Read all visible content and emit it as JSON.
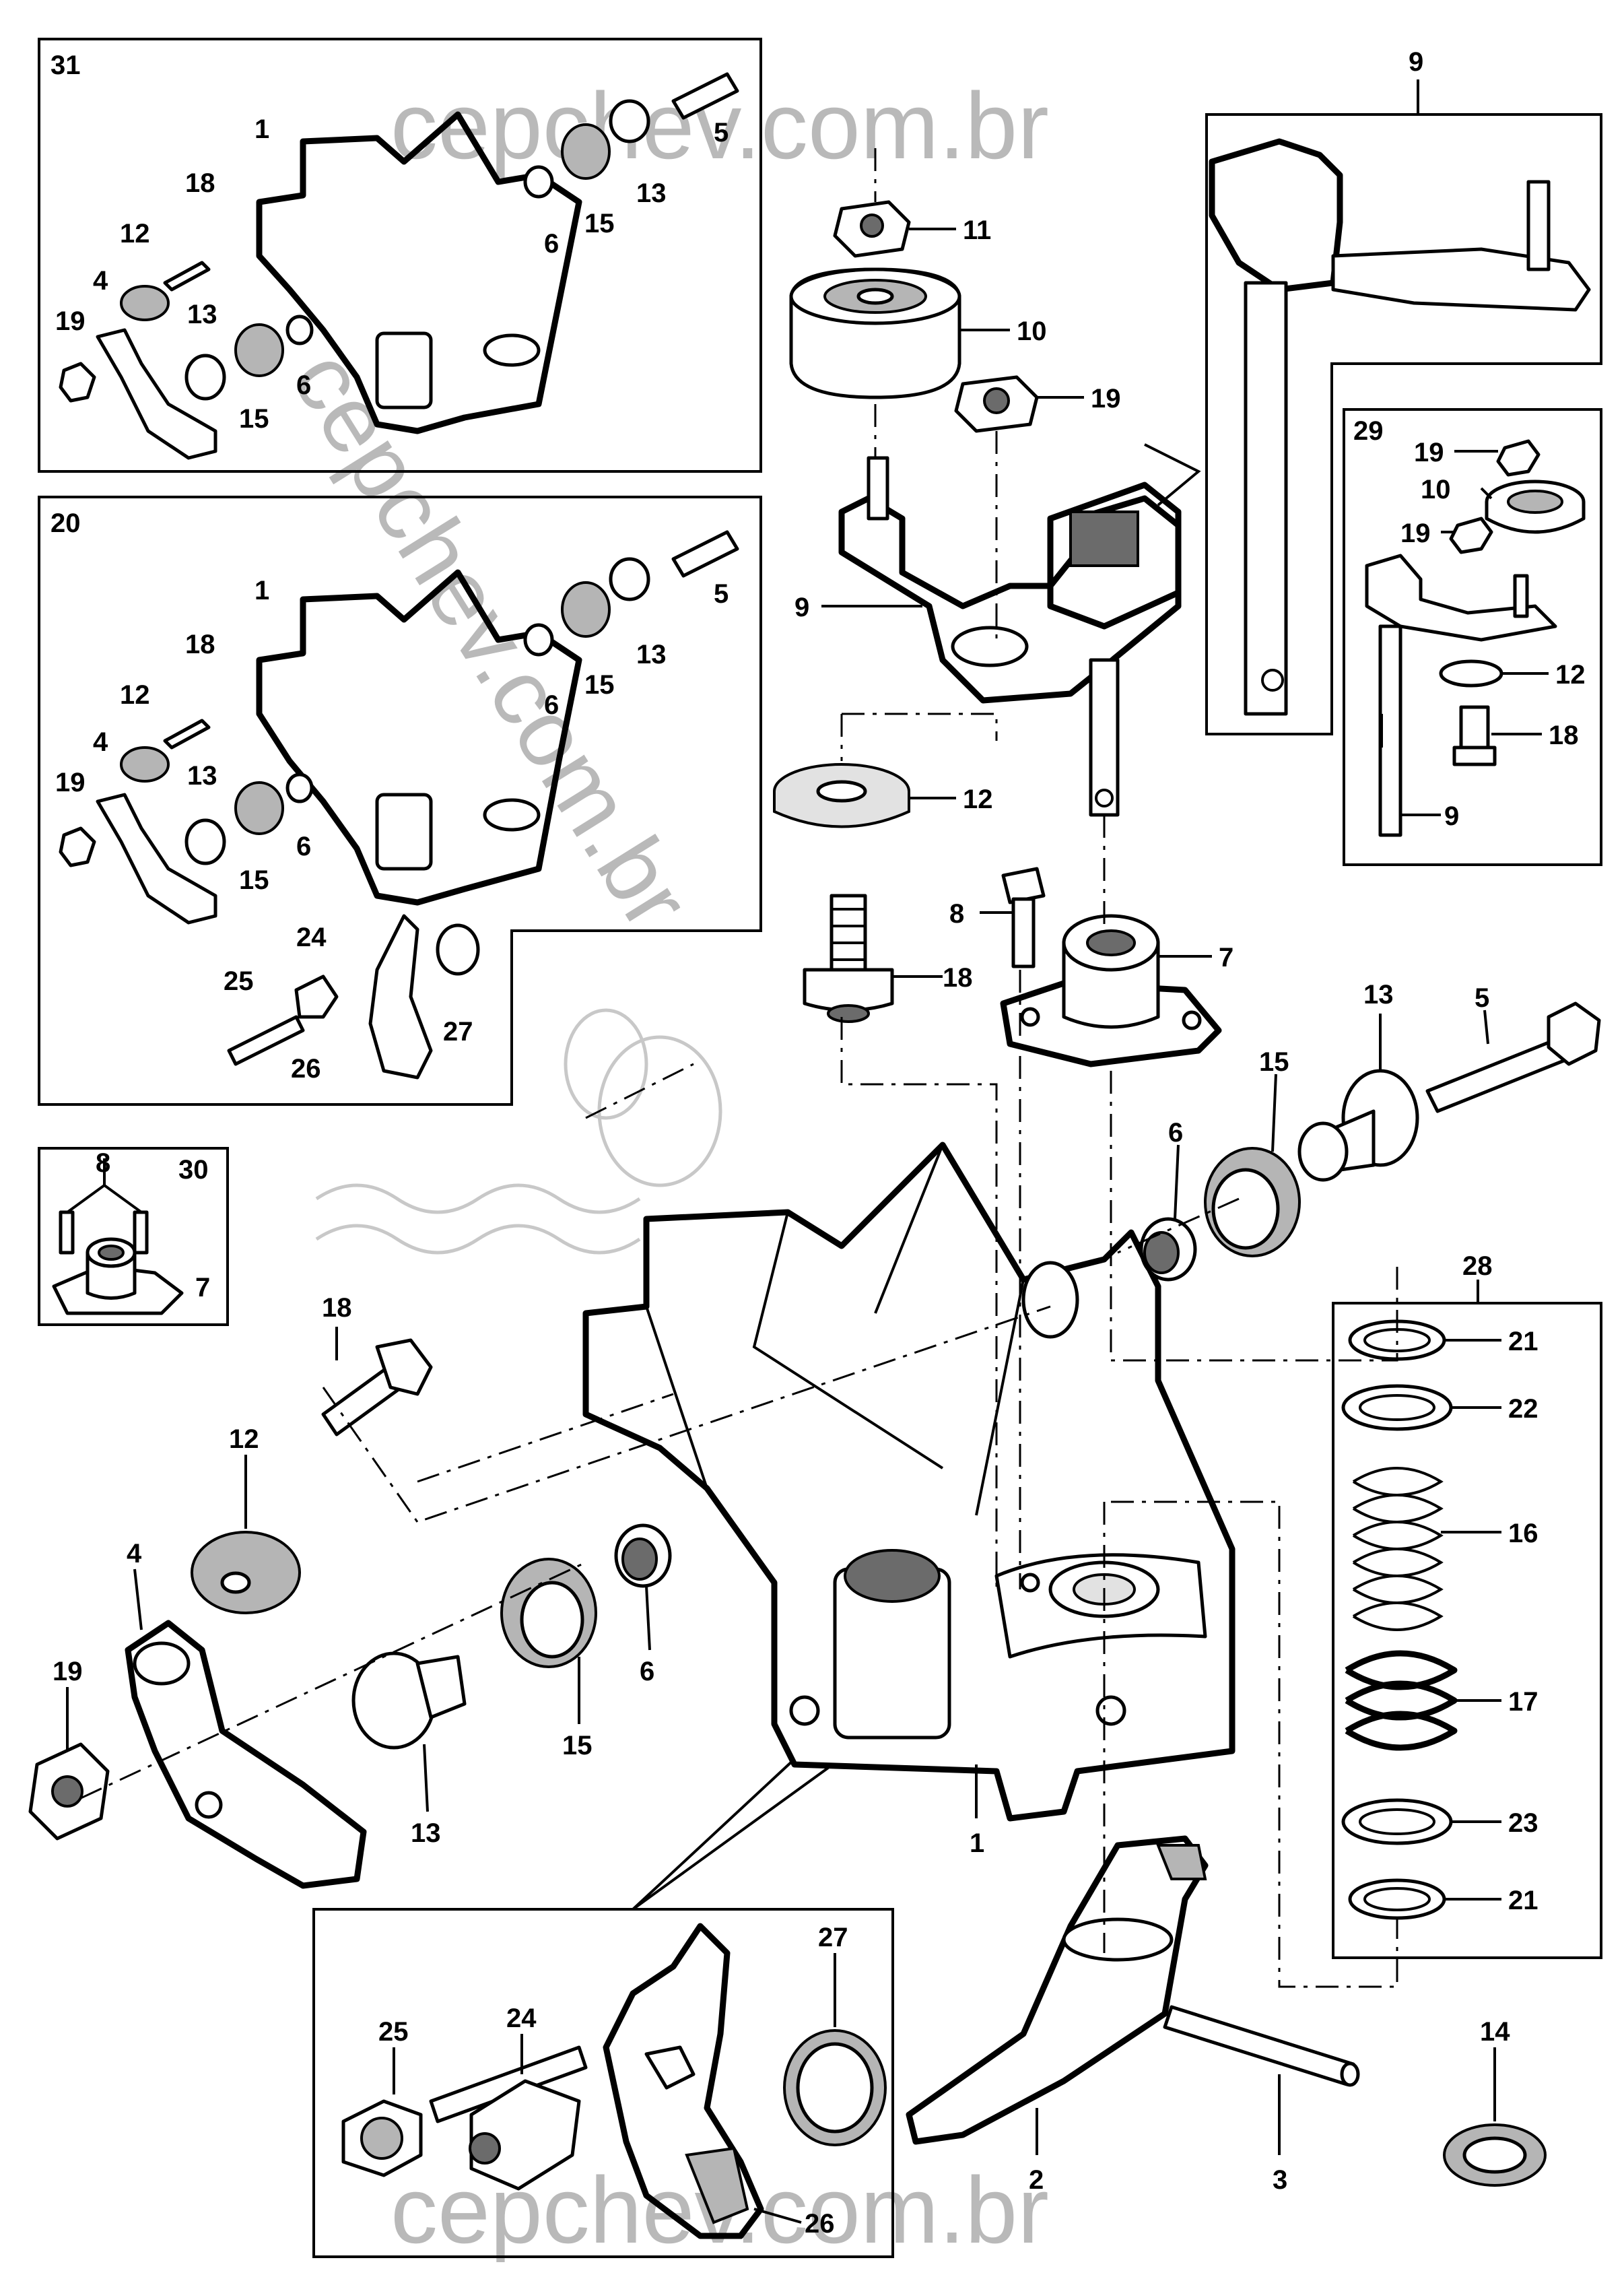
{
  "watermark": {
    "text_top": "cepchev.com.br",
    "text_bottom": "cepchev.com.br",
    "text_diagonal": "cepchev.com.br"
  },
  "insets": {
    "box_31": "31",
    "box_20": "20",
    "box_30": "30",
    "box_29": "29",
    "box_28": "28",
    "box_9": "9"
  },
  "callouts": {
    "p1": "1",
    "p2": "2",
    "p3": "3",
    "p4": "4",
    "p5": "5",
    "p6": "6",
    "p7": "7",
    "p8": "8",
    "p9": "9",
    "p10": "10",
    "p11": "11",
    "p12": "12",
    "p13": "13",
    "p14": "14",
    "p15": "15",
    "p16": "16",
    "p17": "17",
    "p18": "18",
    "p19": "19",
    "p21": "21",
    "p22": "22",
    "p23": "23",
    "p24": "24",
    "p25": "25",
    "p26": "26",
    "p27": "27"
  },
  "colors": {
    "line": "#000000",
    "watermark": "#b9b9b9",
    "shade_dark": "#6b6b6b",
    "shade_mid": "#b5b5b5"
  }
}
